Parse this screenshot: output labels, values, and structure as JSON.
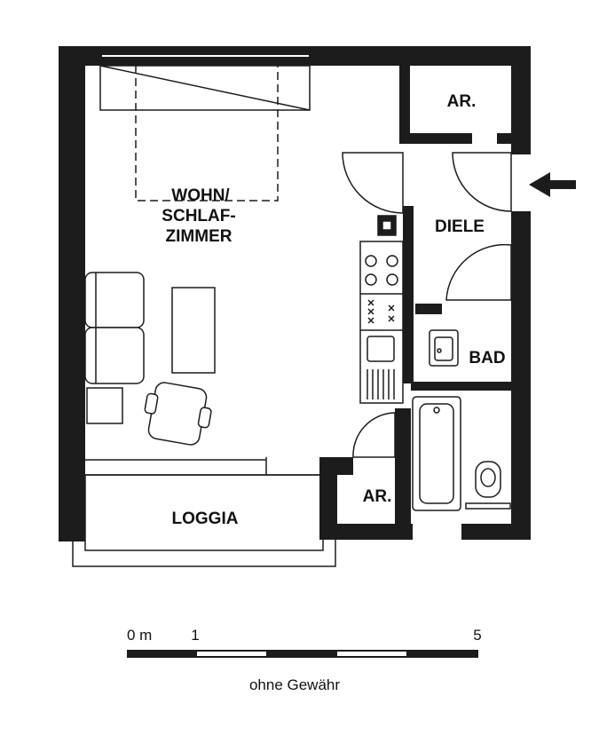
{
  "rooms": {
    "living_line1": "WOHN/",
    "living_line2": "SCHLAF-",
    "living_line3": "ZIMMER",
    "storage_top": "AR.",
    "hall": "DIELE",
    "bath": "BAD",
    "storage_bottom": "AR.",
    "loggia": "LOGGIA"
  },
  "scale": {
    "label_zero": "0 m",
    "label_one": "1",
    "label_five": "5"
  },
  "caption": "ohne Gewähr",
  "colors": {
    "wall": "#1c1c1c",
    "line": "#1c1c1c",
    "background": "#ffffff"
  },
  "icons": {
    "entrance": "arrow-left-icon"
  }
}
